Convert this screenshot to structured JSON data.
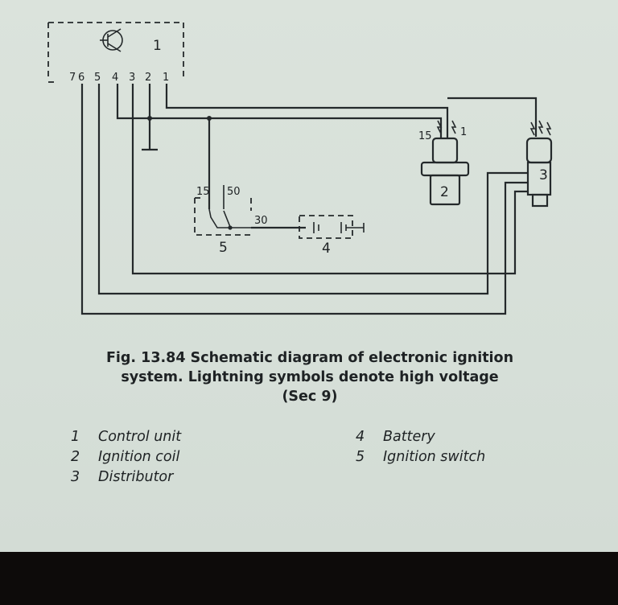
{
  "diagram": {
    "terminal_numbers": [
      "7",
      "6",
      "5",
      "4",
      "3",
      "2",
      "1"
    ],
    "control_unit_label": "1",
    "coil_label": "2",
    "coil_terminal_15": "15",
    "coil_terminal_1": "1",
    "distributor_label": "3",
    "switch_label": "5",
    "switch_terminal_15": "15",
    "switch_terminal_50": "50",
    "switch_terminal_30": "30",
    "battery_label": "4"
  },
  "caption": {
    "line1": "Fig. 13.84 Schematic diagram of electronic ignition",
    "line2": "system. Lightning symbols denote high voltage",
    "line3": "(Sec 9)"
  },
  "legend": [
    {
      "num": "1",
      "label": "Control unit"
    },
    {
      "num": "2",
      "label": "Ignition coil"
    },
    {
      "num": "3",
      "label": "Distributor"
    },
    {
      "num": "4",
      "label": "Battery"
    },
    {
      "num": "5",
      "label": "Ignition switch"
    }
  ]
}
